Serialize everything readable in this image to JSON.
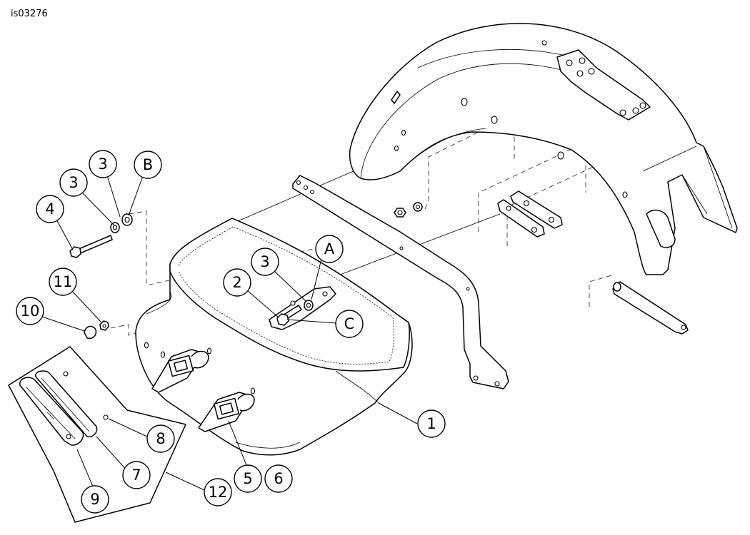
{
  "figure_id": "is03276",
  "callouts": {
    "c1": "1",
    "c2": "2",
    "c3a": "3",
    "c3b": "3",
    "c3c": "3",
    "c4": "4",
    "c5": "5",
    "c6": "6",
    "c7": "7",
    "c8": "8",
    "c9": "9",
    "c10": "10",
    "c11": "11",
    "c12": "12",
    "cA": "A",
    "cB": "B",
    "cC": "C"
  }
}
